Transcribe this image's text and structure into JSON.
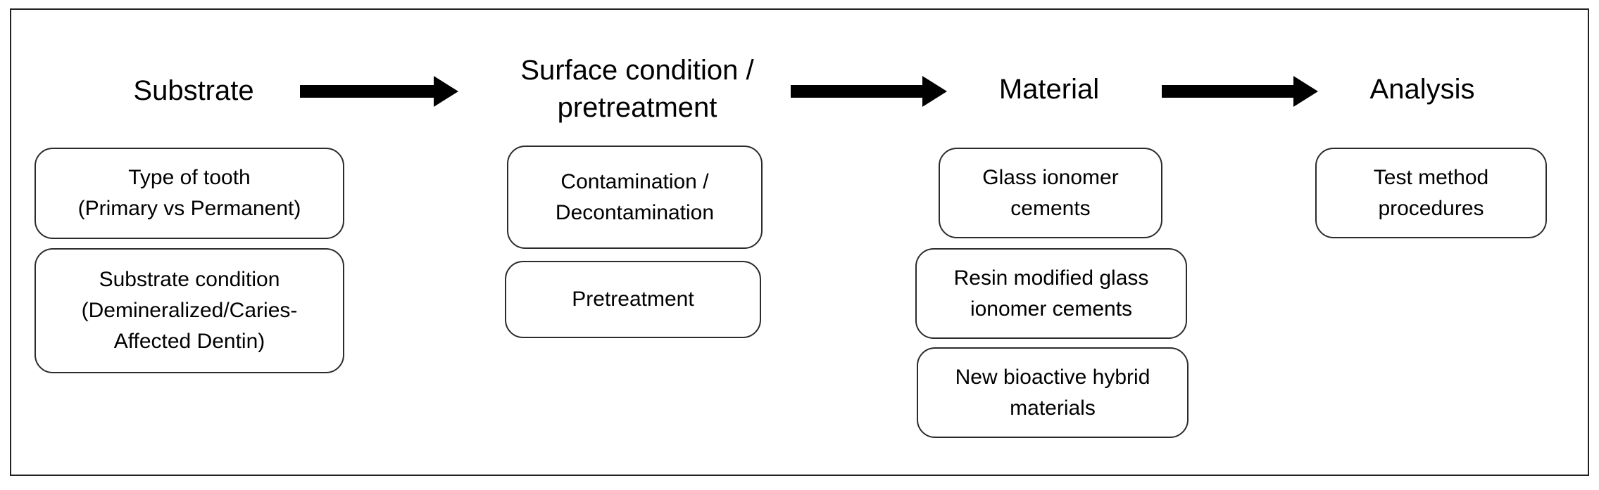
{
  "stages": [
    {
      "heading": "Substrate",
      "boxes": [
        "Type of tooth\n(Primary vs Permanent)",
        "Substrate condition\n(Demineralized/Caries-\nAffected Dentin)"
      ]
    },
    {
      "heading": "Surface condition /\npretreatment",
      "boxes": [
        "Contamination /\nDecontamination",
        "Pretreatment"
      ]
    },
    {
      "heading": "Material",
      "boxes": [
        "Glass ionomer\ncements",
        "Resin modified glass\nionomer cements",
        "New bioactive hybrid\nmaterials"
      ]
    },
    {
      "heading": "Analysis",
      "boxes": [
        "Test method\nprocedures"
      ]
    }
  ]
}
